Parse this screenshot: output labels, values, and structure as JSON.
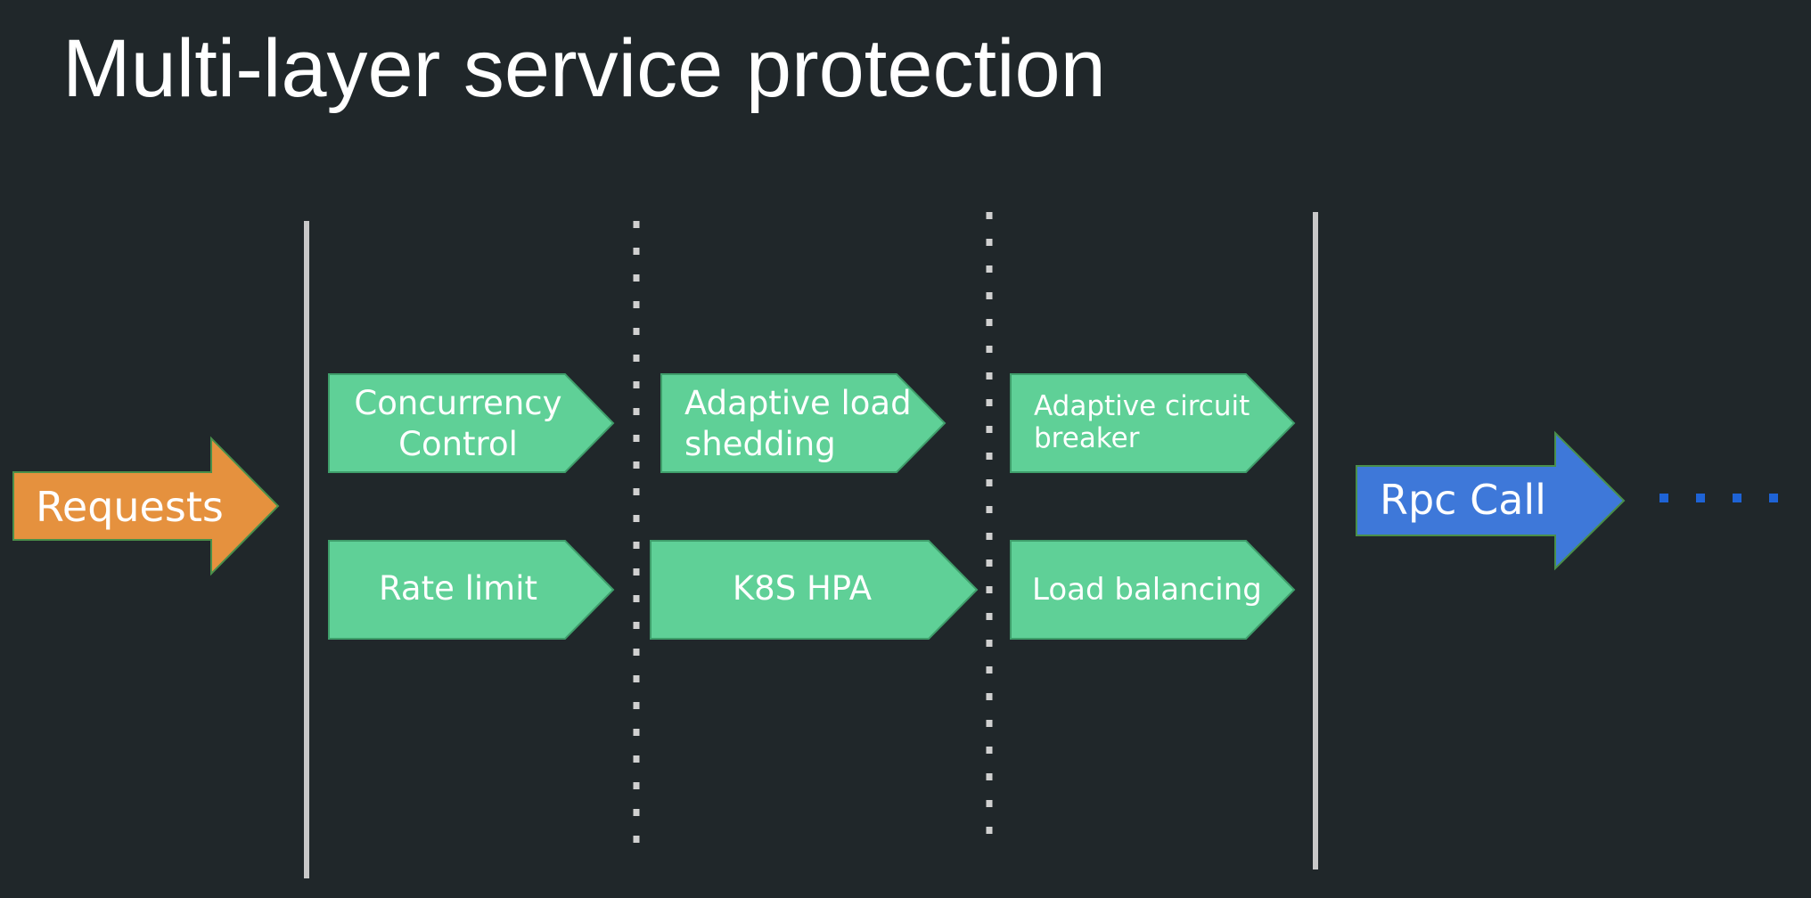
{
  "slide": {
    "title": "Multi-layer service protection"
  },
  "diagram": {
    "input_arrow": {
      "label": "Requests",
      "color": "#e5913e"
    },
    "layers": [
      {
        "top": {
          "label_line1": "Concurrency",
          "label_line2": "Control"
        },
        "bottom": {
          "label": "Rate limit"
        }
      },
      {
        "top": {
          "label_line1": "Adaptive load",
          "label_line2": "shedding"
        },
        "bottom": {
          "label": "K8S HPA"
        }
      },
      {
        "top": {
          "label_line1": "Adaptive circuit",
          "label_line2": "breaker"
        },
        "bottom": {
          "label": "Load balancing"
        }
      }
    ],
    "block_color": "#5fd097",
    "output_arrow": {
      "label": "Rpc Call",
      "color": "#3e78d9"
    },
    "continuation_color": "#1e63d6",
    "separator_color": "#c8c8c8"
  }
}
